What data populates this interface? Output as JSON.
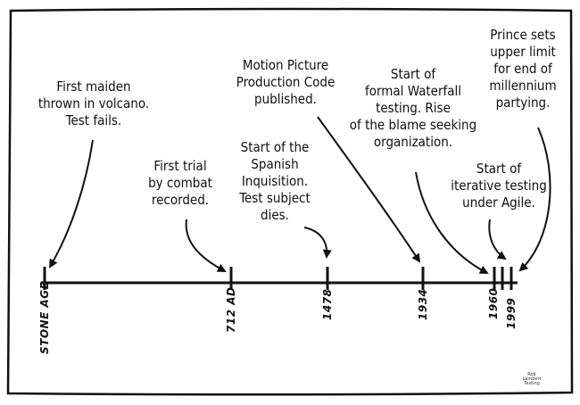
{
  "timeline": {
    "events": [
      {
        "id": "stone-age",
        "date": "STONE AGE",
        "note": [
          "First maiden",
          "thrown in volcano.",
          "Test fails."
        ]
      },
      {
        "id": "712-ad",
        "date": "712 AD",
        "note": [
          "First trial",
          "by combat",
          "recorded."
        ]
      },
      {
        "id": "1478",
        "date": "1478",
        "note": [
          "Start of the",
          "Spanish",
          "Inquisition.",
          "Test subject",
          "dies."
        ]
      },
      {
        "id": "1934",
        "date": "1934",
        "note": [
          "Motion Picture",
          "Production Code",
          "published."
        ]
      },
      {
        "id": "1960",
        "date": "1960",
        "note": [
          "Start of",
          "formal Waterfall",
          "testing. Rise",
          "of the blame seeking",
          "organization."
        ]
      },
      {
        "id": "1999-agile",
        "date": "",
        "note": [
          "Start of",
          "iterative testing",
          "under Agile."
        ]
      },
      {
        "id": "1999",
        "date": "1999",
        "note": [
          "Prince sets",
          "upper limit",
          "for end of",
          "millennium",
          "partying."
        ]
      }
    ]
  },
  "signature": {
    "line1": "Rob Lambert",
    "line2": "Testing"
  }
}
